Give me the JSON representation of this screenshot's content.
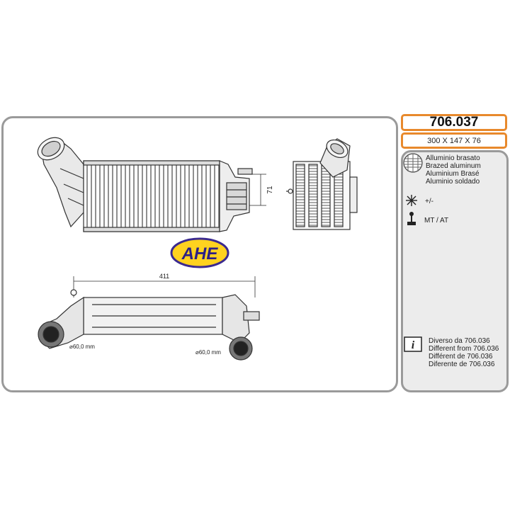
{
  "product": {
    "code": "706.037",
    "dimensions": "300 X 147 X 76"
  },
  "brand": {
    "logo_text": "AHE",
    "logo_colors": {
      "fill": "#ffd21f",
      "outline": "#3b2a8f",
      "text": "#2c1f86"
    }
  },
  "drawing": {
    "length_label": "411",
    "height_label": "71",
    "left_pipe_diameter": "⌀60,0 mm",
    "right_pipe_diameter": "⌀60,0 mm"
  },
  "info": {
    "material": {
      "icon": "brazed-aluminum-icon",
      "lines": [
        "Alluminio brasato",
        "Brazed aluminum",
        "Aluminium Brasé",
        "Aluminio soldado"
      ]
    },
    "climate": {
      "icon": "snowflake-icon",
      "text": "+/-"
    },
    "transmission": {
      "icon": "gear-lever-icon",
      "text": "MT / AT"
    },
    "note": {
      "icon": "info-icon",
      "lines": [
        "Diverso da 706.036",
        "Different from 706.036",
        "Différent de 706.036",
        "Diferente de 706.036"
      ]
    }
  },
  "colors": {
    "accent": "#e8892c",
    "border": "#9a9a9a",
    "panel_bg": "#ececec"
  }
}
